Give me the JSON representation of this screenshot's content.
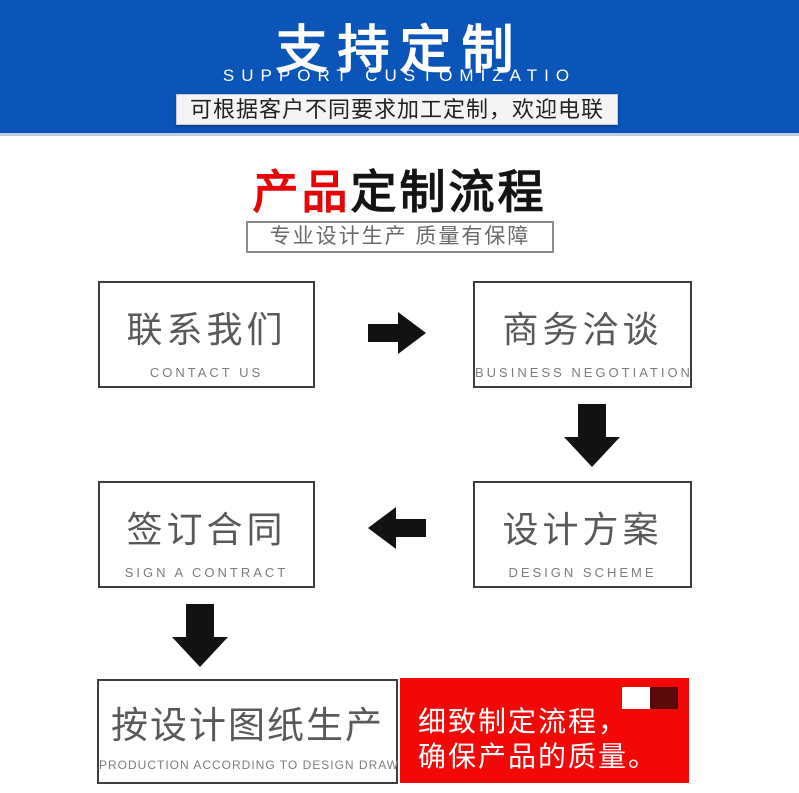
{
  "banner": {
    "title": "支持定制",
    "subtitle": "SUPPORT CUSTOMIZATIO",
    "tagline": "可根据客户不同要求加工定制，欢迎电联"
  },
  "process": {
    "title_accent": "产品",
    "title_rest": "定制流程",
    "subtitle": "专业设计生产 质量有保障"
  },
  "flow": {
    "steps": [
      {
        "cn": "联系我们",
        "en": "CONTACT US"
      },
      {
        "cn": "商务洽谈",
        "en": "BUSINESS NEGOTIATION"
      },
      {
        "cn": "设计方案",
        "en": "DESIGN SCHEME"
      },
      {
        "cn": "签订合同",
        "en": "SIGN A CONTRACT"
      },
      {
        "cn": "按设计图纸生产",
        "en": "PRODUCTION ACCORDING TO DESIGN DRAWINGS"
      }
    ],
    "note": {
      "line1": "细致制定流程，",
      "line2": "确保产品的质量。"
    }
  },
  "colors": {
    "banner_blue": "#0b54b8",
    "title_red": "#e60505",
    "note_red": "#f30808",
    "note_maroon": "#5a0a0a",
    "arrow_black": "#121212",
    "box_border": "#3d3d3d"
  }
}
